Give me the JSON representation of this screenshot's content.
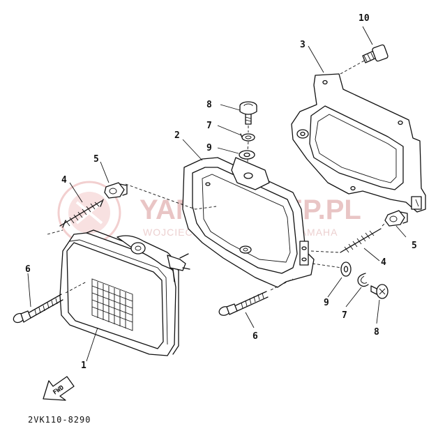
{
  "diagram": {
    "code": "2VK110-8290",
    "fwd_label": "FWD",
    "watermark": {
      "title": "YAMA-SKLEP.PL",
      "subtitle": "WOJCIECHOWICZ | DEALER YAMAHA"
    },
    "callouts": {
      "c1": "1",
      "c2": "2",
      "c3": "3",
      "c4a": "4",
      "c4b": "4",
      "c5a": "5",
      "c5b": "5",
      "c6a": "6",
      "c6b": "6",
      "c7a": "7",
      "c7b": "7",
      "c8a": "8",
      "c8b": "8",
      "c9a": "9",
      "c9b": "9",
      "c10": "10"
    }
  }
}
